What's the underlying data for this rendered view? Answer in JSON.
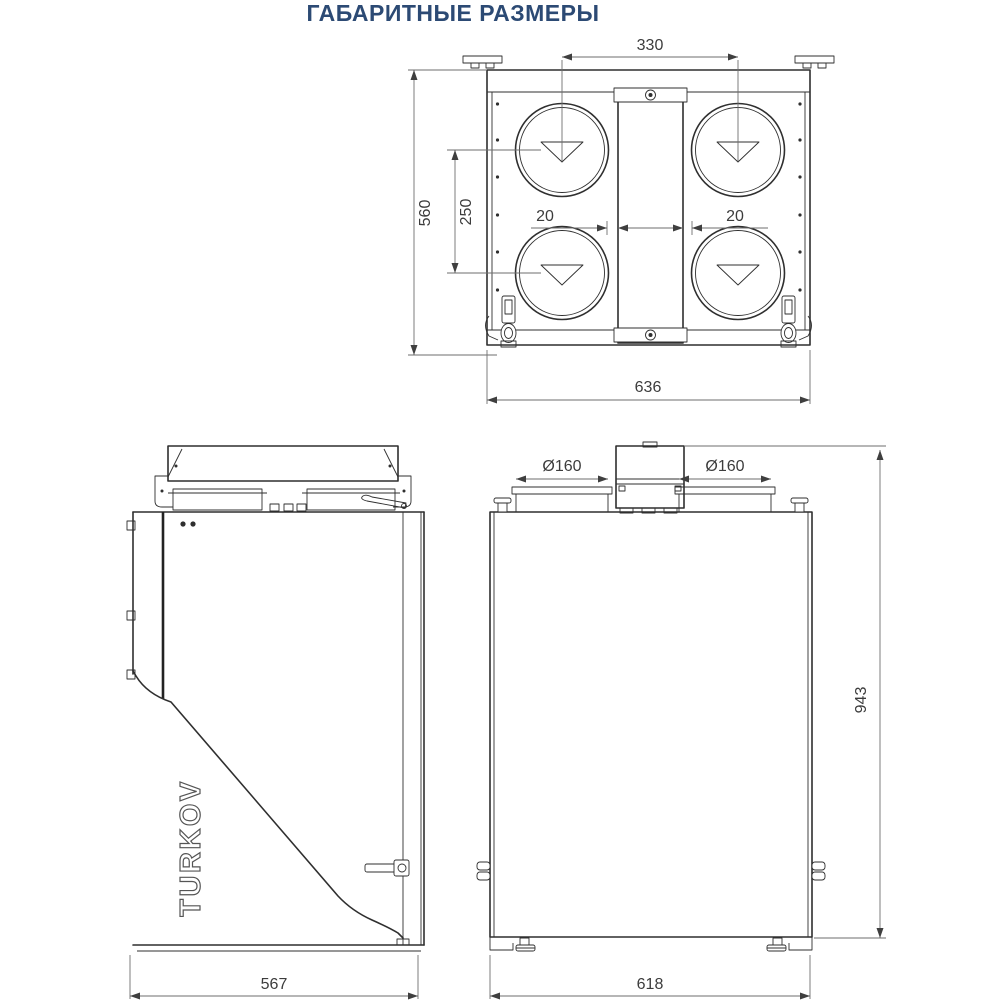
{
  "title": "ГАБАРИТНЫЕ РАЗМЕРЫ",
  "brand": "TURKOV",
  "colors": {
    "accent": "#2C4A74",
    "line": "#2f2f2f",
    "dimension": "#6e6e6e"
  },
  "views": {
    "top": {
      "port_center_distance": "330",
      "depth_overall": "560",
      "port_vertical_distance": "250",
      "gap_left": "20",
      "gap_right": "20",
      "width_overall": "636"
    },
    "side": {
      "depth_overall": "567",
      "brand_label": "TURKOV"
    },
    "front": {
      "duct_diameter_left": "Ø160",
      "duct_diameter_right": "Ø160",
      "height_overall": "943",
      "width_overall": "618"
    }
  }
}
